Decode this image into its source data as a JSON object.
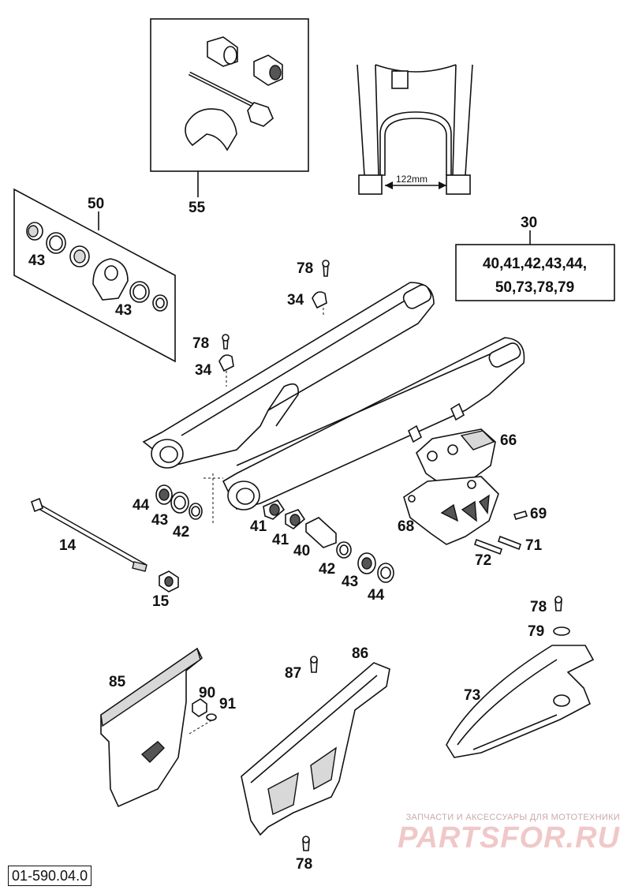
{
  "diagram": {
    "reference_code": "01-590.04.0",
    "measurement": "122mm",
    "labels": {
      "l55": "55",
      "l50": "50",
      "l30": "30",
      "l43a": "43",
      "l43b": "43",
      "l78a": "78",
      "l34a": "34",
      "l78b": "78",
      "l34b": "34",
      "l66": "66",
      "l68": "68",
      "l69": "69",
      "l71": "71",
      "l72": "72",
      "l14": "14",
      "l15": "15",
      "l44a": "44",
      "l43c": "43",
      "l42a": "42",
      "l41a": "41",
      "l41b": "41",
      "l40": "40",
      "l42b": "42",
      "l43d": "43",
      "l44b": "44",
      "l78c": "78",
      "l79": "79",
      "l73": "73",
      "l85": "85",
      "l90": "90",
      "l91": "91",
      "l87": "87",
      "l86": "86",
      "l78d": "78"
    },
    "kit_box": {
      "line1": "40,41,42,43,44,",
      "line2": "50,73,78,79"
    }
  },
  "watermark": {
    "tagline": "ЗАПЧАСТИ И АКСЕССУАРЫ ДЛЯ МОТОТЕХНИКИ",
    "brand": "PARTSFOR.RU"
  }
}
